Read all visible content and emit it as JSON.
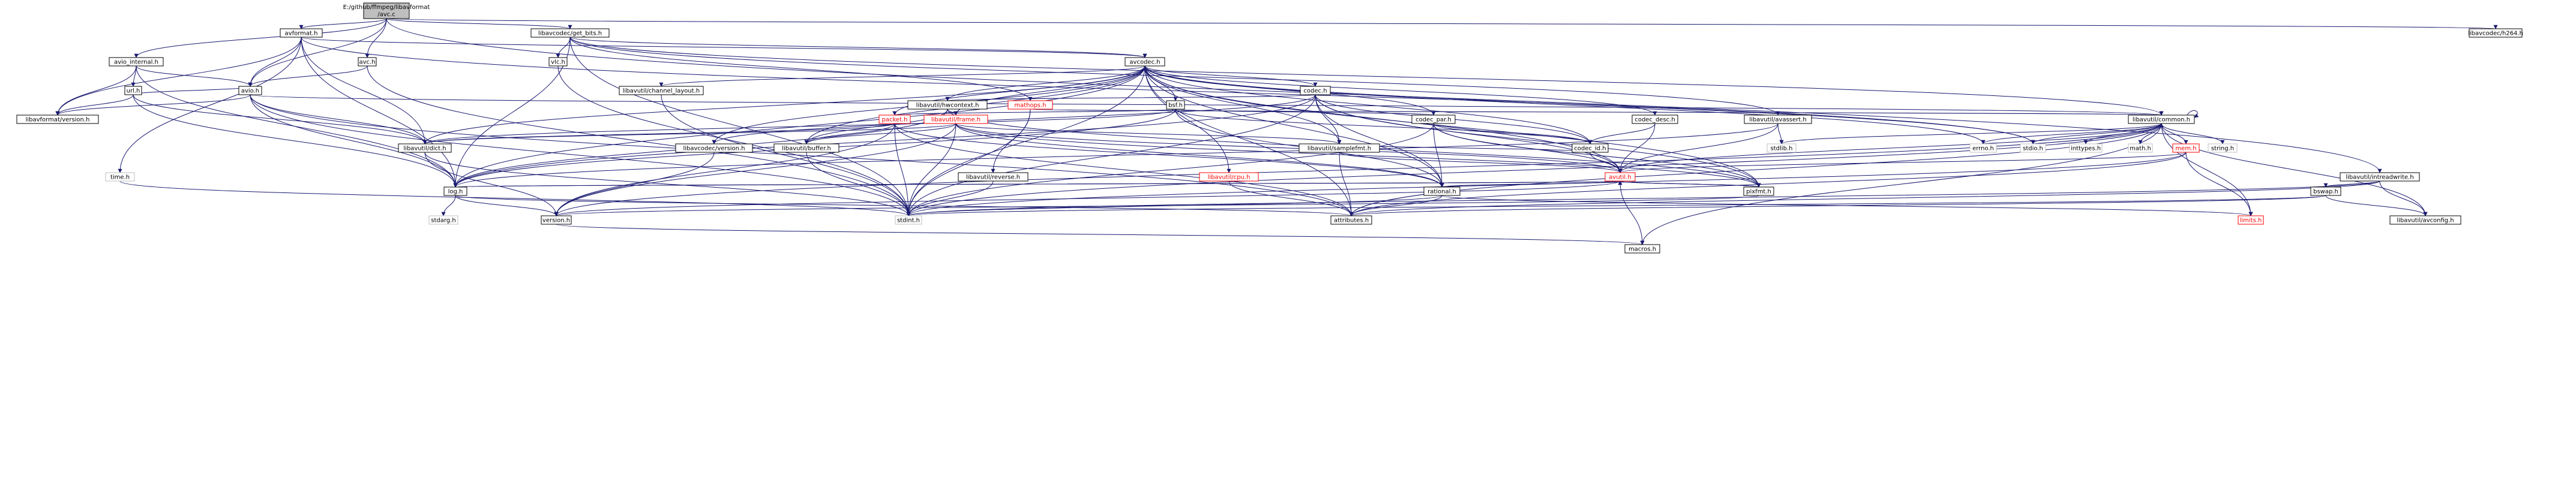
{
  "title": "E:/github/ffmpeg/libavformat/avc.c include dependency graph",
  "nodes": [
    {
      "id": "root",
      "label": "E:/github/ffmpeg/libavformat/avc.c",
      "style": "root"
    },
    {
      "id": "avformat",
      "label": "avformat.h",
      "style": "normal"
    },
    {
      "id": "getbits",
      "label": "libavcodec/get_bits.h",
      "style": "normal"
    },
    {
      "id": "h264",
      "label": "libavcodec/h264.h",
      "style": "normal"
    },
    {
      "id": "avio_internal",
      "label": "avio_internal.h",
      "style": "normal"
    },
    {
      "id": "avc",
      "label": "avc.h",
      "style": "normal"
    },
    {
      "id": "vlc",
      "label": "vlc.h",
      "style": "normal"
    },
    {
      "id": "avcodec",
      "label": "avcodec.h",
      "style": "normal"
    },
    {
      "id": "url",
      "label": "url.h",
      "style": "normal"
    },
    {
      "id": "avio",
      "label": "avio.h",
      "style": "normal"
    },
    {
      "id": "chlayout",
      "label": "libavutil/channel_layout.h",
      "style": "normal"
    },
    {
      "id": "codec",
      "label": "codec.h",
      "style": "normal"
    },
    {
      "id": "hwcontext",
      "label": "libavutil/hwcontext.h",
      "style": "normal"
    },
    {
      "id": "mathops",
      "label": "mathops.h",
      "style": "red"
    },
    {
      "id": "bsf",
      "label": "bsf.h",
      "style": "normal"
    },
    {
      "id": "lfversion",
      "label": "libavformat/version.h",
      "style": "normal"
    },
    {
      "id": "packet",
      "label": "packet.h",
      "style": "red"
    },
    {
      "id": "frame",
      "label": "libavutil/frame.h",
      "style": "red"
    },
    {
      "id": "codecpar",
      "label": "codec_par.h",
      "style": "normal"
    },
    {
      "id": "codecdesc",
      "label": "codec_desc.h",
      "style": "normal"
    },
    {
      "id": "avassert",
      "label": "libavutil/avassert.h",
      "style": "normal"
    },
    {
      "id": "common",
      "label": "libavutil/common.h",
      "style": "normal"
    },
    {
      "id": "dict",
      "label": "libavutil/dict.h",
      "style": "normal"
    },
    {
      "id": "lcversion",
      "label": "libavcodec/version.h",
      "style": "normal"
    },
    {
      "id": "buffer",
      "label": "libavutil/buffer.h",
      "style": "normal"
    },
    {
      "id": "samplefmt",
      "label": "libavutil/samplefmt.h",
      "style": "normal"
    },
    {
      "id": "codecid",
      "label": "codec_id.h",
      "style": "normal"
    },
    {
      "id": "stdlib",
      "label": "stdlib.h",
      "style": "grey"
    },
    {
      "id": "errno",
      "label": "errno.h",
      "style": "grey"
    },
    {
      "id": "stdio",
      "label": "stdio.h",
      "style": "grey"
    },
    {
      "id": "inttypes",
      "label": "inttypes.h",
      "style": "grey"
    },
    {
      "id": "math",
      "label": "math.h",
      "style": "grey"
    },
    {
      "id": "string",
      "label": "string.h",
      "style": "grey"
    },
    {
      "id": "mem",
      "label": "mem.h",
      "style": "red"
    },
    {
      "id": "time",
      "label": "time.h",
      "style": "grey"
    },
    {
      "id": "reverse",
      "label": "libavutil/reverse.h",
      "style": "normal"
    },
    {
      "id": "cpu",
      "label": "libavutil/cpu.h",
      "style": "red"
    },
    {
      "id": "avutil",
      "label": "avutil.h",
      "style": "red"
    },
    {
      "id": "intreadwrite",
      "label": "libavutil/intreadwrite.h",
      "style": "normal"
    },
    {
      "id": "log",
      "label": "log.h",
      "style": "normal"
    },
    {
      "id": "rational",
      "label": "rational.h",
      "style": "normal"
    },
    {
      "id": "pixfmt",
      "label": "pixfmt.h",
      "style": "normal"
    },
    {
      "id": "bswap",
      "label": "bswap.h",
      "style": "normal"
    },
    {
      "id": "stdarg",
      "label": "stdarg.h",
      "style": "grey"
    },
    {
      "id": "version",
      "label": "version.h",
      "style": "normal"
    },
    {
      "id": "stdint",
      "label": "stdint.h",
      "style": "grey"
    },
    {
      "id": "attributes",
      "label": "attributes.h",
      "style": "normal"
    },
    {
      "id": "limits",
      "label": "limits.h",
      "style": "red"
    },
    {
      "id": "avconfig",
      "label": "libavutil/avconfig.h",
      "style": "normal"
    },
    {
      "id": "macros",
      "label": "macros.h",
      "style": "normal"
    }
  ],
  "edges": [
    [
      "root",
      "avformat"
    ],
    [
      "root",
      "getbits"
    ],
    [
      "root",
      "h264"
    ],
    [
      "root",
      "avio_internal"
    ],
    [
      "root",
      "avc"
    ],
    [
      "root",
      "avio"
    ],
    [
      "root",
      "intreadwrite"
    ],
    [
      "avformat",
      "avcodec"
    ],
    [
      "avformat",
      "avio"
    ],
    [
      "avformat",
      "lfversion"
    ],
    [
      "avformat",
      "dict"
    ],
    [
      "avformat",
      "log"
    ],
    [
      "avformat",
      "time"
    ],
    [
      "avformat",
      "stdio"
    ],
    [
      "getbits",
      "vlc"
    ],
    [
      "getbits",
      "avcodec"
    ],
    [
      "getbits",
      "mathops"
    ],
    [
      "getbits",
      "avassert"
    ],
    [
      "getbits",
      "common"
    ],
    [
      "getbits",
      "stdint"
    ],
    [
      "getbits",
      "log"
    ],
    [
      "avio_internal",
      "url"
    ],
    [
      "avio_internal",
      "avio"
    ],
    [
      "avio_internal",
      "log"
    ],
    [
      "avio_internal",
      "lfversion"
    ],
    [
      "avc",
      "avio"
    ],
    [
      "avc",
      "stdint"
    ],
    [
      "vlc",
      "stdint"
    ],
    [
      "avcodec",
      "chlayout"
    ],
    [
      "avcodec",
      "codec"
    ],
    [
      "avcodec",
      "hwcontext"
    ],
    [
      "avcodec",
      "bsf"
    ],
    [
      "avcodec",
      "packet"
    ],
    [
      "avcodec",
      "frame"
    ],
    [
      "avcodec",
      "codecpar"
    ],
    [
      "avcodec",
      "codecdesc"
    ],
    [
      "avcodec",
      "buffer"
    ],
    [
      "avcodec",
      "samplefmt"
    ],
    [
      "avcodec",
      "codecid"
    ],
    [
      "avcodec",
      "avutil"
    ],
    [
      "avcodec",
      "dict"
    ],
    [
      "avcodec",
      "log"
    ],
    [
      "avcodec",
      "pixfmt"
    ],
    [
      "avcodec",
      "rational"
    ],
    [
      "avcodec",
      "lcversion"
    ],
    [
      "avcodec",
      "attributes"
    ],
    [
      "avcodec",
      "cpu"
    ],
    [
      "avcodec",
      "errno"
    ],
    [
      "avcodec",
      "stdio"
    ],
    [
      "avcodec",
      "stdint"
    ],
    [
      "url",
      "avio"
    ],
    [
      "url",
      "lfversion"
    ],
    [
      "url",
      "dict"
    ],
    [
      "url",
      "log"
    ],
    [
      "avio",
      "common"
    ],
    [
      "avio",
      "dict"
    ],
    [
      "avio",
      "log"
    ],
    [
      "avio",
      "lfversion"
    ],
    [
      "avio",
      "stdint"
    ],
    [
      "avio",
      "attributes"
    ],
    [
      "chlayout",
      "stdint"
    ],
    [
      "codec",
      "hwcontext"
    ],
    [
      "codec",
      "log"
    ],
    [
      "codec",
      "pixfmt"
    ],
    [
      "codec",
      "rational"
    ],
    [
      "codec",
      "samplefmt"
    ],
    [
      "codec",
      "codecid"
    ],
    [
      "codec",
      "avutil"
    ],
    [
      "codec",
      "lcversion"
    ],
    [
      "codec",
      "stdint"
    ],
    [
      "hwcontext",
      "buffer"
    ],
    [
      "hwcontext",
      "frame"
    ],
    [
      "hwcontext",
      "log"
    ],
    [
      "hwcontext",
      "pixfmt"
    ],
    [
      "mathops",
      "reverse"
    ],
    [
      "mathops",
      "common"
    ],
    [
      "mathops",
      "stdint"
    ],
    [
      "bsf",
      "dict"
    ],
    [
      "bsf",
      "log"
    ],
    [
      "bsf",
      "rational"
    ],
    [
      "bsf",
      "codecid"
    ],
    [
      "bsf",
      "codecpar"
    ],
    [
      "bsf",
      "packet"
    ],
    [
      "packet",
      "attributes"
    ],
    [
      "packet",
      "buffer"
    ],
    [
      "packet",
      "dict"
    ],
    [
      "packet",
      "rational"
    ],
    [
      "packet",
      "version"
    ],
    [
      "packet",
      "stdint"
    ],
    [
      "frame",
      "avutil"
    ],
    [
      "frame",
      "buffer"
    ],
    [
      "frame",
      "dict"
    ],
    [
      "frame",
      "rational"
    ],
    [
      "frame",
      "samplefmt"
    ],
    [
      "frame",
      "pixfmt"
    ],
    [
      "frame",
      "version"
    ],
    [
      "frame",
      "stdint"
    ],
    [
      "codecpar",
      "avutil"
    ],
    [
      "codecpar",
      "rational"
    ],
    [
      "codecpar",
      "pixfmt"
    ],
    [
      "codecpar",
      "codecid"
    ],
    [
      "codecpar",
      "stdint"
    ],
    [
      "codecdesc",
      "avutil"
    ],
    [
      "codecdesc",
      "codecid"
    ],
    [
      "avassert",
      "avutil"
    ],
    [
      "avassert",
      "log"
    ],
    [
      "avassert",
      "stdlib"
    ],
    [
      "common",
      "attributes"
    ],
    [
      "common",
      "macros"
    ],
    [
      "common",
      "version"
    ],
    [
      "common",
      "avconfig"
    ],
    [
      "common",
      "mem"
    ],
    [
      "common",
      "errno"
    ],
    [
      "common",
      "inttypes"
    ],
    [
      "common",
      "limits"
    ],
    [
      "common",
      "math"
    ],
    [
      "common",
      "stdint"
    ],
    [
      "common",
      "stdio"
    ],
    [
      "common",
      "stdlib"
    ],
    [
      "common",
      "string"
    ],
    [
      "common",
      "common"
    ],
    [
      "dict",
      "stdint"
    ],
    [
      "dict",
      "version"
    ],
    [
      "lcversion",
      "version"
    ],
    [
      "buffer",
      "stdint"
    ],
    [
      "samplefmt",
      "avutil"
    ],
    [
      "samplefmt",
      "attributes"
    ],
    [
      "codecid",
      "avutil"
    ],
    [
      "codecid",
      "samplefmt"
    ],
    [
      "mem",
      "attributes"
    ],
    [
      "mem",
      "avutil"
    ],
    [
      "mem",
      "limits"
    ],
    [
      "mem",
      "stdint"
    ],
    [
      "time",
      "stdint"
    ],
    [
      "reverse",
      "stdint"
    ],
    [
      "cpu",
      "attributes"
    ],
    [
      "avutil",
      "common"
    ],
    [
      "avutil",
      "rational"
    ],
    [
      "avutil",
      "version"
    ],
    [
      "avutil",
      "macros"
    ],
    [
      "avutil",
      "pixfmt"
    ],
    [
      "avutil",
      "log"
    ],
    [
      "intreadwrite",
      "avconfig"
    ],
    [
      "intreadwrite",
      "attributes"
    ],
    [
      "intreadwrite",
      "bswap"
    ],
    [
      "intreadwrite",
      "stdint"
    ],
    [
      "log",
      "avutil"
    ],
    [
      "log",
      "attributes"
    ],
    [
      "log",
      "version"
    ],
    [
      "log",
      "stdarg"
    ],
    [
      "rational",
      "attributes"
    ],
    [
      "rational",
      "stdint"
    ],
    [
      "rational",
      "limits"
    ],
    [
      "pixfmt",
      "avutil"
    ],
    [
      "pixfmt",
      "version"
    ],
    [
      "bswap",
      "avconfig"
    ],
    [
      "bswap",
      "attributes"
    ],
    [
      "bswap",
      "stdint"
    ],
    [
      "version",
      "macros"
    ]
  ]
}
